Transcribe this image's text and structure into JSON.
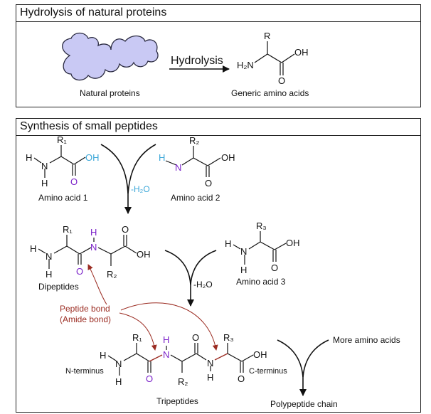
{
  "colors": {
    "ink": "#111111",
    "purple": "#7b22c9",
    "cyan": "#3aa6d8",
    "peptide_red": "#9b2c22",
    "blob_fill": "#c9c9f4",
    "blob_stroke": "#2a2a40"
  },
  "hydrolysis": {
    "title": "Hydrolysis of natural proteins",
    "arrow_label": "Hydrolysis",
    "left_caption": "Natural proteins",
    "right_caption": "Generic amino acids",
    "generic": {
      "R": "R",
      "amine": "H₂N",
      "oh": "OH",
      "o": "O"
    }
  },
  "synthesis": {
    "title": "Synthesis of small peptides",
    "aa1": {
      "H_top": "H",
      "N": "N",
      "H_bottom": "H",
      "R": "R₁",
      "OH": "OH",
      "O": "O",
      "caption": "Amino acid 1"
    },
    "aa2": {
      "H": "H",
      "N": "N",
      "R": "R₂",
      "OH": "OH",
      "O": "O",
      "caption": "Amino acid 2"
    },
    "loss_water_1": "-H₂O",
    "dipeptide": {
      "H_top": "H",
      "N": "N",
      "H_bottom": "H",
      "R1": "R₁",
      "O": "O",
      "NH_H": "H",
      "NH_N": "N",
      "R2": "R₂",
      "O2": "O",
      "OH": "OH",
      "caption": "Dipeptides"
    },
    "aa3": {
      "H": "H",
      "N": "N",
      "H_bottom": "H",
      "R": "R₃",
      "OH": "OH",
      "O": "O",
      "caption": "Amino acid 3"
    },
    "loss_water_2": "-H₂O",
    "peptide_bond_line1": "Peptide bond",
    "peptide_bond_line2": "(Amide bond)",
    "tripeptide": {
      "H_top": "H",
      "N": "N",
      "H_bottom": "H",
      "R1": "R₁",
      "O1": "O",
      "NH1_H": "H",
      "NH1_N": "N",
      "R2": "R₂",
      "O2": "O",
      "NH2_N": "N",
      "NH2_H": "H",
      "R3": "R₃",
      "OH": "OH",
      "O3": "O",
      "n_terminus": "N-terminus",
      "c_terminus": "C-terminus",
      "caption": "Tripeptides"
    },
    "more_amino_acids": "More amino acids",
    "polypeptide": "Polypeptide chain"
  }
}
